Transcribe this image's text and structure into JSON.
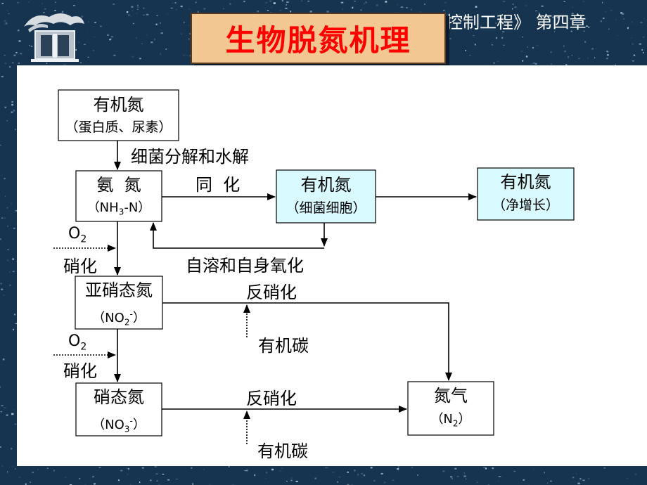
{
  "header": {
    "chapter_text": "控制工程》  第四章",
    "title": "生物脱氮机理"
  },
  "nodes": {
    "organic_n": {
      "main": "有机氮",
      "sub": "（蛋白质、尿素）"
    },
    "ammonia_n": {
      "main": "氨  氮",
      "sub_a": "（NH",
      "sub_b": "3",
      "sub_c": "-N）"
    },
    "organic_cell": {
      "main": "有机氮",
      "sub": "（细菌细胞）"
    },
    "organic_growth": {
      "main": "有机氮",
      "sub": "（净增长）"
    },
    "nitrite": {
      "main": "亚硝态氮",
      "sub_a": "（NO",
      "sub_b": "2",
      "sub_c": "-",
      "sub_d": "）"
    },
    "nitrate": {
      "main": "硝态氮",
      "sub_a": "（NO",
      "sub_b": "3",
      "sub_c": "-",
      "sub_d": "）"
    },
    "nitrogen_gas": {
      "main": "氮气",
      "sub_a": "（N",
      "sub_b": "2",
      "sub_c": "）"
    }
  },
  "labels": {
    "decomposition": "细菌分解和水解",
    "assimilation": "同  化",
    "autolysis": "自溶和自身氧化",
    "oxygen_1_a": "O",
    "oxygen_1_b": "2",
    "nitrification_1": "硝化",
    "oxygen_2_a": "O",
    "oxygen_2_b": "2",
    "nitrification_2": "硝化",
    "denitrification_1": "反硝化",
    "organic_carbon_1": "有机碳",
    "denitrification_2": "反硝化",
    "organic_carbon_2": "有机碳"
  },
  "colors": {
    "background": "#163450",
    "title_box": "#f3c792",
    "title_text": "#ff0000",
    "cell_box": "#d9fbff",
    "panel": "#ffffff"
  }
}
